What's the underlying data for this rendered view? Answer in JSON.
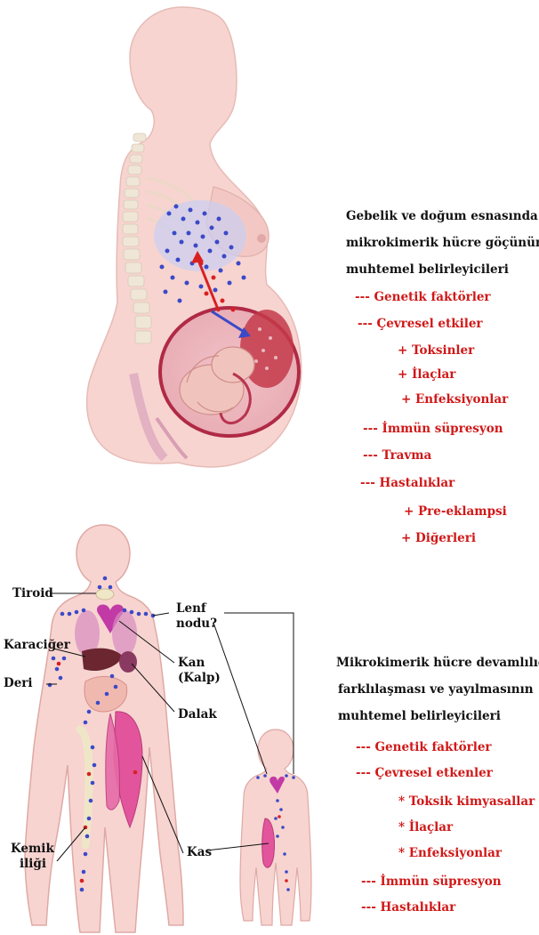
{
  "colors": {
    "skin": "#f7d4d0",
    "skin_edge": "#e3b8b4",
    "maternal_cell": "#3b49c8",
    "fetal_cell": "#d92020",
    "red_text": "#d01818",
    "black_text": "#111111"
  },
  "top_panel": {
    "heading_lines": [
      "Gebelik ve doğum esnasında",
      "mikrokimerik hücre göçünün",
      "muhtemel belirleyicileri"
    ],
    "items": [
      "--- Genetik faktörler",
      "--- Çevresel etkiler",
      "+ Toksinler",
      "+ İlaçlar",
      "+ Enfeksiyonlar",
      "--- İmmün süpresyon",
      "--- Travma",
      "--- Hastalıklar",
      "+ Pre-eklampsi",
      "+ Diğerleri"
    ]
  },
  "bottom_panel": {
    "heading_lines": [
      "Mikrokimerik hücre devamlılığı",
      "farklılaşması ve yayılmasının",
      "muhtemel belirleyicileri"
    ],
    "items": [
      "--- Genetik faktörler",
      "--- Çevresel etkenler",
      "* Toksik kimyasallar",
      "* İlaçlar",
      "* Enfeksiyonlar",
      "--- İmmün süpresyon",
      "--- Hastalıklar"
    ]
  },
  "body_labels": {
    "tiroid": "Tiroid",
    "karaciger": "Karaciğer",
    "deri": "Deri",
    "lenf_line1": "Lenf",
    "lenf_line2": "nodu?",
    "kan_line1": "Kan",
    "kan_line2": "(Kalp)",
    "dalak": "Dalak",
    "kemik_line1": "Kemik",
    "kemik_line2": "iliği",
    "kas": "Kas"
  }
}
